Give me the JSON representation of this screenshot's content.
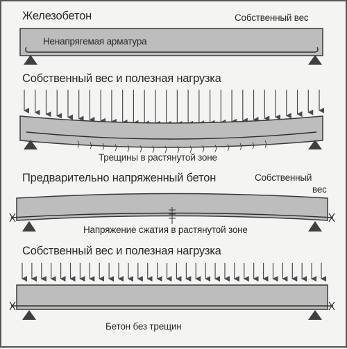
{
  "panels": [
    {
      "title": "Железобетон",
      "corner_label": "Собственный вес",
      "inside_label": "Ненапрягемая арматура"
    },
    {
      "title": "Собственный вес и полезная нагрузка",
      "below_label": "Трещины в растянутой зоне"
    },
    {
      "title": "Предварительно напряженный бетон",
      "corner_label_line1": "Собственный",
      "corner_label_line2": "вес",
      "below_label": "Напряжение сжатия в растянутой зоне"
    },
    {
      "title": "Собственный вес и полезная нагрузка",
      "below_label": "Бетон без трещин"
    }
  ],
  "colors": {
    "beam_fill": "#bdbdbd",
    "beam_edge": "#3a3a3a",
    "support": "#3f3f3f",
    "arrow": "#4a4a4a",
    "arrow_light": "#9a9a9a",
    "text": "#2a2a2a"
  }
}
